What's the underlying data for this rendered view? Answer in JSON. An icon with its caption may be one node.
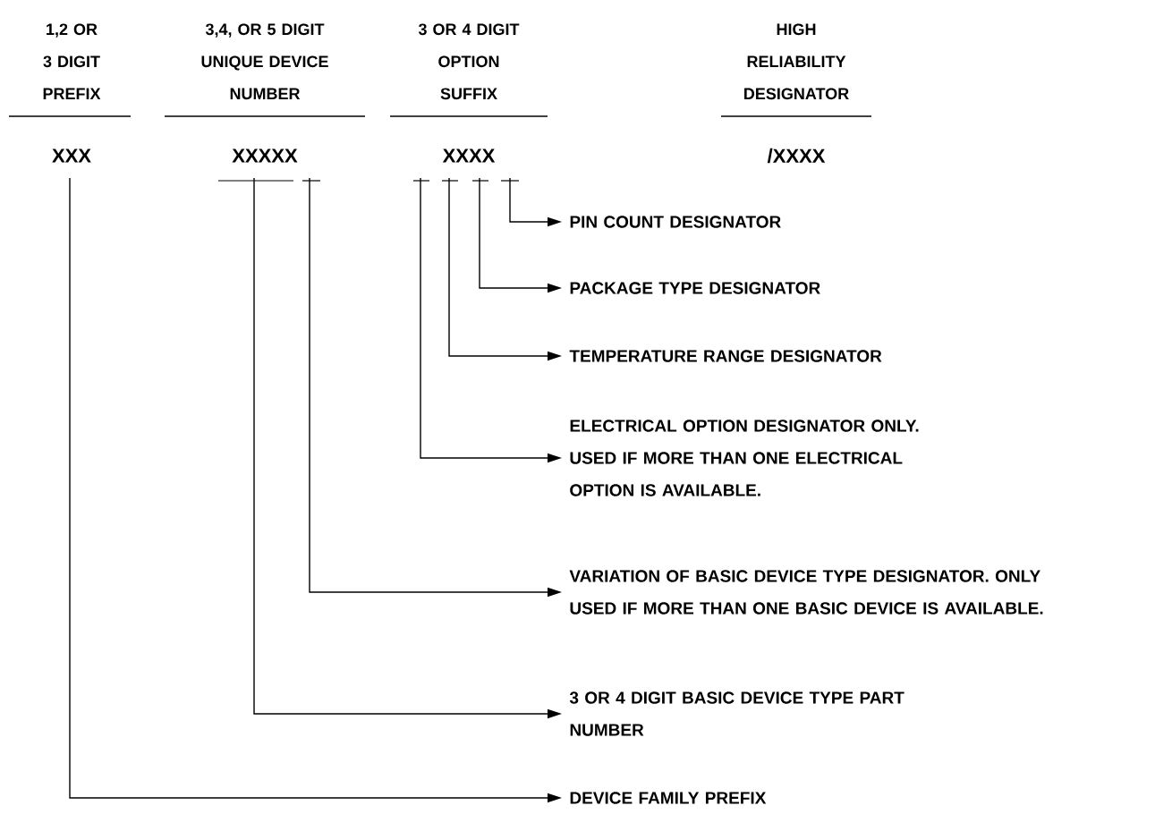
{
  "diagram": {
    "nodes": [
      {
        "text": [
          "XXX"
        ]
      },
      {
        "text": [
          "XXXXX"
        ]
      },
      {
        "text": [
          "XXXX"
        ]
      },
      {
        "text": [
          "/XXXX"
        ]
      },
      {
        "text": [
          "PIN COUNT DESIGNATOR"
        ]
      },
      {
        "text": [
          "PACKAGE TYPE DESIGNATOR"
        ]
      },
      {
        "text": [
          "TEMPERATURE RANGE DESIGNATOR"
        ]
      },
      {
        "text": [
          "ELECTRICAL OPTION DESIGNATOR ONLY. USED IF MORE THAN ONE ELECTRICAL OPTION IS AVAILABLE."
        ]
      },
      {
        "text": [
          "VARIATION OF BASIC DEVICE TYPE DESIGNATOR. ONLY USED IF MORE THAN ONE BASIC DEVICE IS AVAILABLE."
        ]
      },
      {
        "text": [
          "3 OR 4 DIGIT BASIC DEVICE TYPE PART NUMBER"
        ]
      },
      {
        "text": [
          "DEVICE FAMILY PREFIX"
        ]
      }
    ],
    "edges": [
      {
        "from": 2,
        "to": 4,
        "arrow": "to"
      },
      {
        "from": 2,
        "to": 5,
        "arrow": "to"
      },
      {
        "from": 2,
        "to": 6,
        "arrow": "to"
      },
      {
        "from": 2,
        "to": 7,
        "arrow": "to"
      },
      {
        "from": 1,
        "to": 8,
        "arrow": "to"
      },
      {
        "from": 1,
        "to": 9,
        "arrow": "to"
      },
      {
        "from": 0,
        "to": 10,
        "arrow": "to"
      }
    ],
    "labels": [
      "1,2 OR 3 DIGIT PREFIX",
      "3,4, OR 5 DIGIT UNIQUE DEVICE NUMBER",
      "3 OR 4 DIGIT OPTION SUFFIX",
      "HIGH RELIABILITY DESIGNATOR"
    ]
  }
}
